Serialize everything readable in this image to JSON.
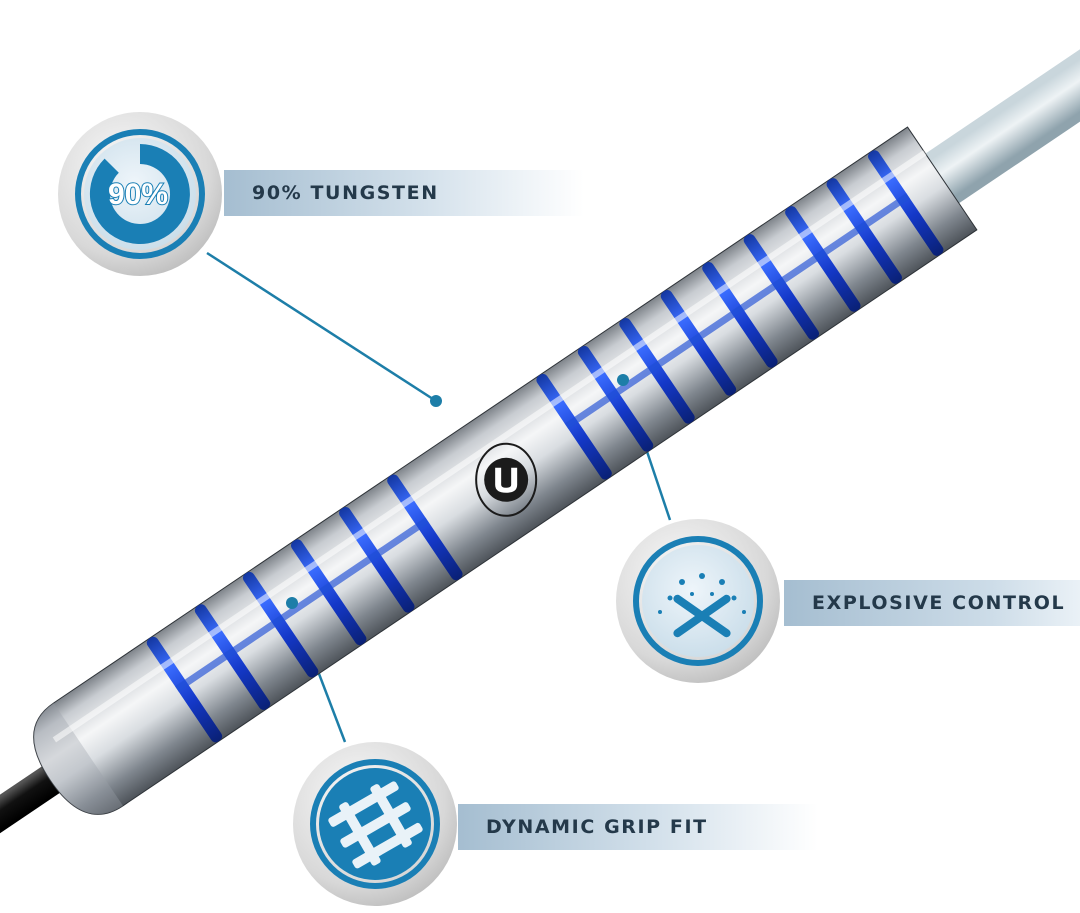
{
  "features": {
    "tungsten": {
      "label": "90% TUNGSTEN",
      "badge_text": "90%",
      "percent_value": 90,
      "icon": "tungsten-percent-icon"
    },
    "explosive": {
      "label": "EXPLOSIVE CONTROL",
      "icon": "starburst-icon"
    },
    "grip": {
      "label": "DYNAMIC GRIP FIT",
      "icon": "grip-grid-icon"
    }
  },
  "colors": {
    "accent_blue": "#1f4fd6",
    "badge_blue": "#1a7fb5",
    "leader_line": "#1d7ea8",
    "label_text": "#24394a",
    "steel_light": "#f1f3f5",
    "steel_dark": "#4a5058"
  },
  "product": {
    "logo_icon": "brand-logo-icon"
  }
}
